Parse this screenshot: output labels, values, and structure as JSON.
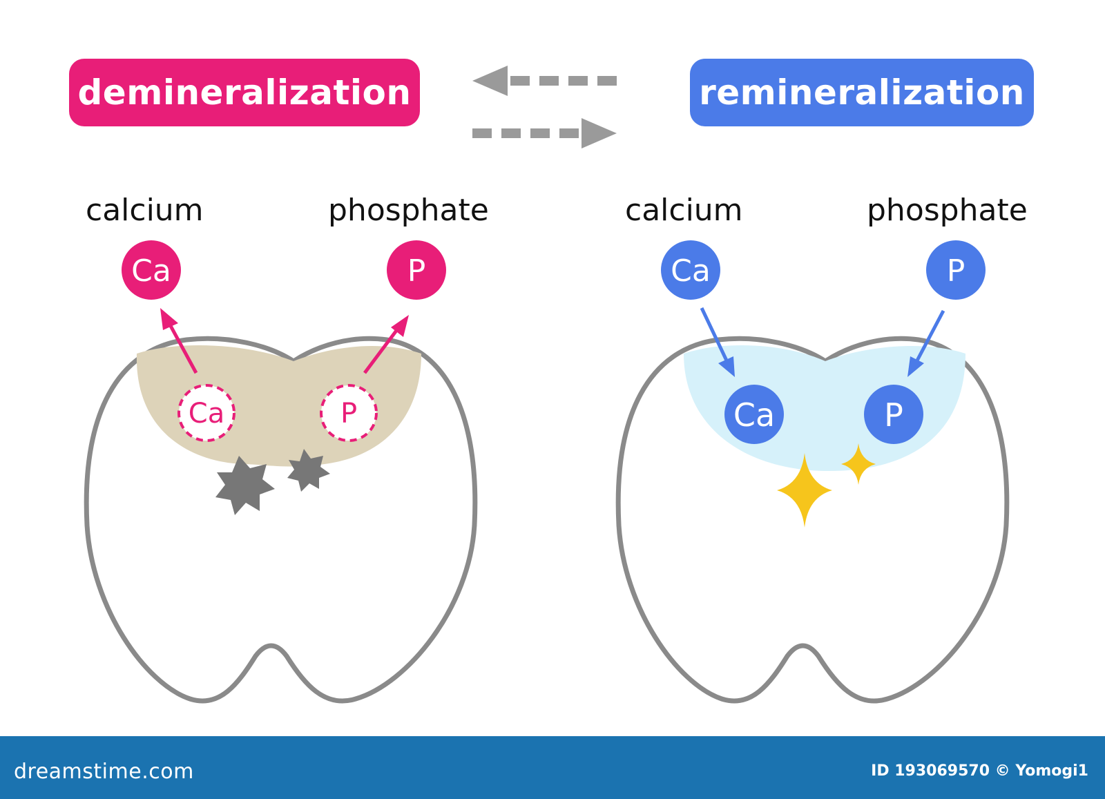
{
  "colors": {
    "pink": "#e81e78",
    "blue": "#4b7be8",
    "gray_arrow": "#9a9a9a",
    "tooth_outline": "#8a8a8a",
    "decay_fill": "#ddd3b9",
    "healthy_fill": "#d6f1fa",
    "spark": "#f6c51c",
    "stain": "#777777",
    "footer_bg": "#1b73b0"
  },
  "demineralization": {
    "title": "demineralization",
    "calcium_label": "calcium",
    "phosphate_label": "phosphate",
    "ion_ca": "Ca",
    "ion_p": "P"
  },
  "remineralization": {
    "title": "remineralization",
    "calcium_label": "calcium",
    "phosphate_label": "phosphate",
    "ion_ca": "Ca",
    "ion_p": "P"
  },
  "footer": {
    "brand": "dreamstime.com",
    "credit": "ID 193069570 © Yomogi1"
  }
}
